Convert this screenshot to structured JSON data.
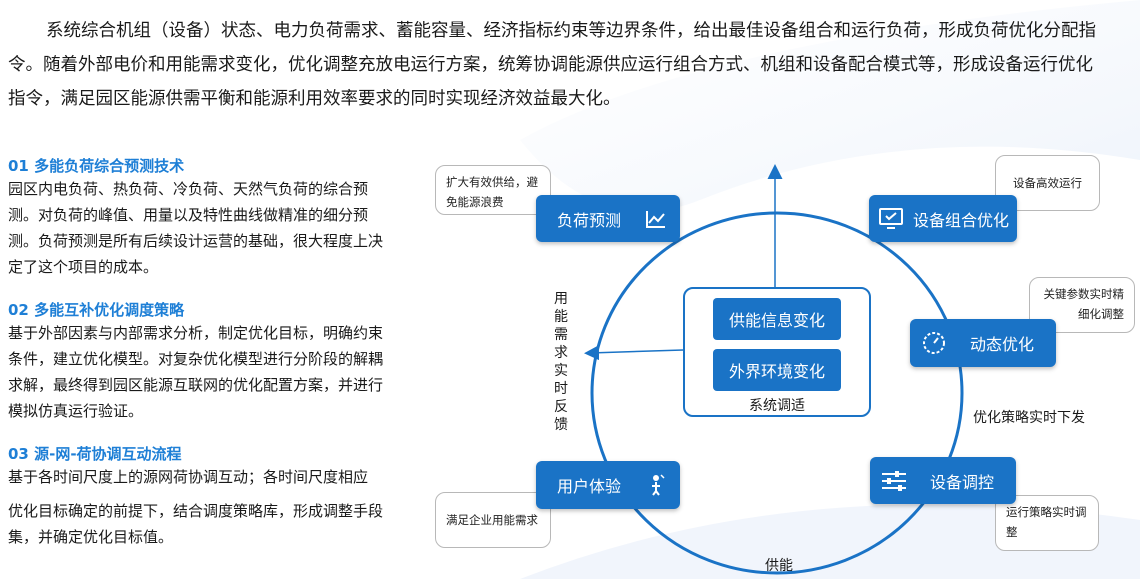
{
  "intro": "系统综合机组（设备）状态、电力负荷需求、蓄能容量、经济指标约束等边界条件，给出最佳设备组合和运行负荷，形成负荷优化分配指令。随着外部电价和用能需求变化，优化调整充放电运行方案，统筹协调能源供应运行组合方式、机组和设备配合模式等，形成设备运行优化指令，满足园区能源供需平衡和能源利用效率要求的同时实现经济效益最大化。",
  "sections": [
    {
      "title": "01 多能负荷综合预测技术",
      "body": "园区内电负荷、热负荷、冷负荷、天然气负荷的综合预测。对负荷的峰值、用量以及特性曲线做精准的细分预测。负荷预测是所有后续设计运营的基础，很大程度上决定了这个项目的成本。"
    },
    {
      "title": "02 多能互补优化调度策略",
      "body": "基于外部因素与内部需求分析，制定优化目标，明确约束条件，建立优化模型。对复杂优化模型进行分阶段的解耦求解，最终得到园区能源互联网的优化配置方案，并进行模拟仿真运行验证。"
    },
    {
      "title": "03 源-网-荷协调互动流程",
      "line1": "基于各时间尺度上的源网荷协调互动；各时间尺度相应",
      "line2": "优化目标确定的前提下，结合调度策略库，形成调整手段集，并确定优化目标值。"
    }
  ],
  "diagram": {
    "nodes": {
      "load_forecast": "负荷预测",
      "device_combo": "设备组合优化",
      "dynamic_opt": "动态优化",
      "device_regulation": "设备调控",
      "user_experience": "用户体验"
    },
    "notes": {
      "expand_supply": "扩大有效供给，避免能源浪费",
      "efficient_operation": "设备高效运行",
      "key_params": "关键参数实时精细化调整",
      "strategy_adjust": "运行策略实时调整",
      "enterprise_demand": "满足企业用能需求"
    },
    "center": {
      "supply_info": "供能信息变化",
      "external_env": "外界环境变化",
      "caption": "系统调适"
    },
    "labels": {
      "feedback": "用能需求实时反馈",
      "strategy_issue": "优化策略实时下发",
      "supply": "供能"
    },
    "icons": {
      "load_forecast": "line-chart-icon",
      "device_combo": "monitor-check-icon",
      "dynamic_opt": "gauge-icon",
      "device_regulation": "sliders-icon",
      "user_experience": "user-tap-icon"
    },
    "colors": {
      "accent": "#1a73c6",
      "title": "#1e7fd6"
    }
  }
}
